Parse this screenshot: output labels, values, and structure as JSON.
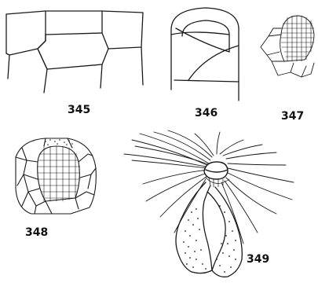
{
  "figures": [
    {
      "number": "345",
      "subject": "rectangular-cell-sheet"
    },
    {
      "number": "346",
      "subject": "apical-cell"
    },
    {
      "number": "347",
      "subject": "small-cell-cluster"
    },
    {
      "number": "348",
      "subject": "cell-cluster-with-stippled-center"
    },
    {
      "number": "349",
      "subject": "rhizoid-fan-with-stippled-body"
    }
  ],
  "colors": {
    "ink": "#1a1a1a",
    "paper": "#ffffff"
  }
}
